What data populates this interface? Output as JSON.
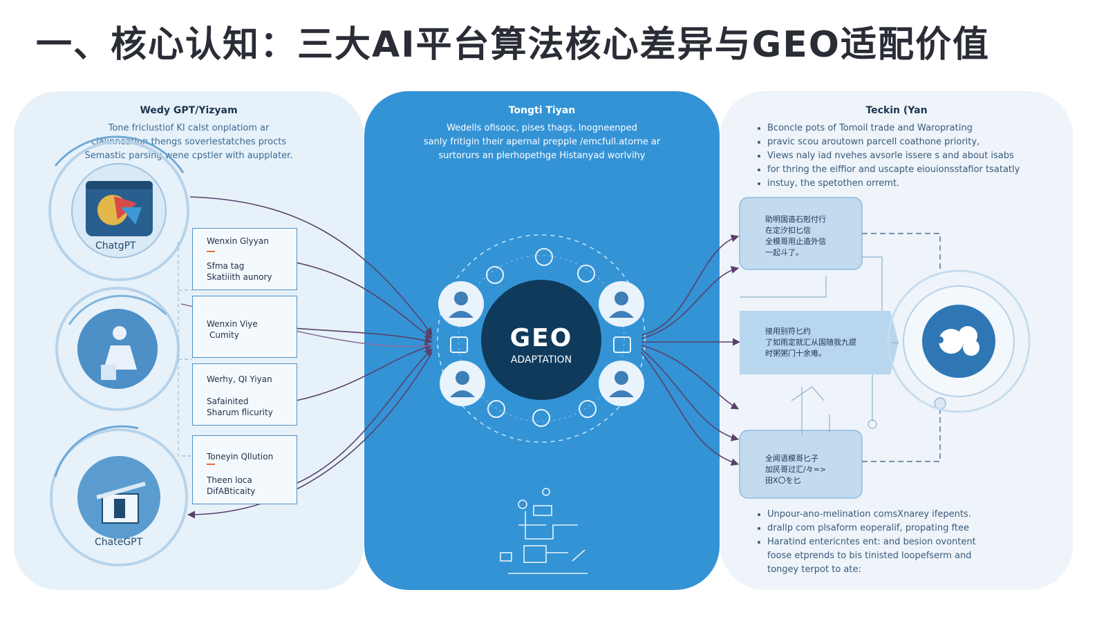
{
  "title": "一、核心认知：三大AI平台算法核心差异与GEO适配价值",
  "left_panel": {
    "title": "Wedy GPT/Yizyam",
    "description": [
      "Tone friclustiof KI calst onplatiom ar",
      "clalinncation thengs soverlestatches procts",
      "Semastic parsing wene cpstler with aupplater."
    ],
    "platforms": [
      "ChatgPT",
      "ChateGPT"
    ],
    "boxes": [
      {
        "title": "Wenxin Glyyan",
        "subtitle": "Sfma tag\nSkatiiith aunory"
      },
      {
        "title": "Wenxin Viye",
        "subtitle": "Cumity"
      },
      {
        "title": "Werhy, QI Yiyan",
        "subtitle": "Safainited\nSharum flicurity"
      },
      {
        "title": "Toneyin Qllution",
        "subtitle": "Theen loca\nDifABticaity"
      }
    ]
  },
  "center_panel": {
    "title": "Tongti Tiyan",
    "description": [
      "Wedells ofisooc, pises thags, lnogneenped",
      "sanly fritigin their apernal prepple /emcfull.atorne ar",
      "surtorurs an plerhopethge Histanyad worlvihy"
    ],
    "core": {
      "line1": "GEO",
      "line2": "ADAPTATION"
    }
  },
  "right_panel": {
    "title": "Teckin (Yan",
    "bullets_top": [
      "Bconcle pots of Tomoil trade and Waroprating",
      "pravic scou aroutown parcell coathone priority,",
      "Views naly iad nvehes avsorle issere s and about isabs",
      "for thring the eiffior and uscapte eiouionsstafior tsatatly",
      "instuy, the spetothen orremt."
    ],
    "cn_boxes": [
      "助明国造石剋付行\n在定汐扣匕信\n全模哥用止造外信\n一起斗了。",
      "接用别符匕约\n了如雨定就汇从国随我九提\n时粥粥门十余难。",
      "全闻语模哥匕子\n加民哥过汇/々=>\n田X〇を匕"
    ],
    "bullets_bottom": [
      "Unpour-ano-melination comsXnarey ifepents.",
      "drallp com plsaform eoperalif, propating ftee",
      "Haratind entericntes ent: and besion ovontent",
      "foose etprends to bis tinisted loopefserm and",
      "tongey terpot to ate:"
    ]
  },
  "colors": {
    "center_blue": "#3393d5",
    "core_navy": "#0f3a5c",
    "connector": "#5a3f6a",
    "accent": "#e36a3a"
  }
}
